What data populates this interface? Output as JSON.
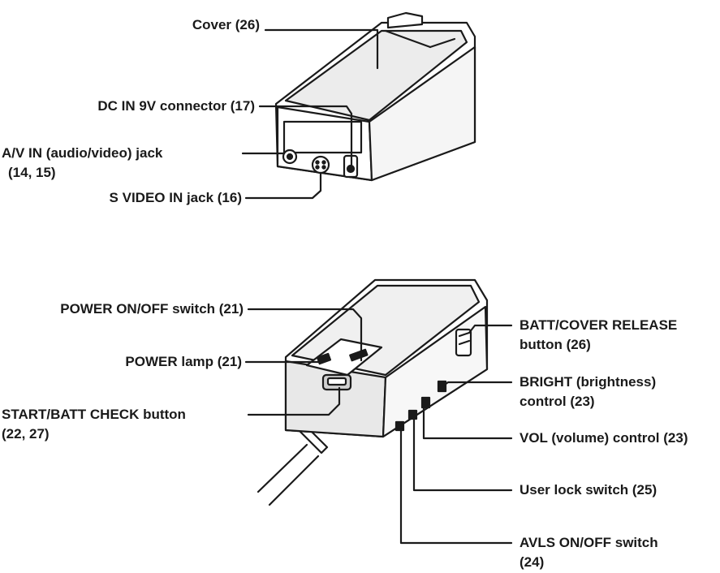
{
  "top_device": {
    "labels": {
      "cover": "Cover (26)",
      "dc_in": "DC IN 9V connector (17)",
      "av_in_1": "A/V IN (audio/video) jack",
      "av_in_2": "(14, 15)",
      "s_video": "S VIDEO IN jack (16)"
    }
  },
  "bottom_device": {
    "labels": {
      "power_switch": "POWER ON/OFF switch (21)",
      "power_lamp": "POWER lamp (21)",
      "start_1": "START/BATT CHECK button",
      "start_2": "(22, 27)",
      "batt_1": "BATT/COVER RELEASE",
      "batt_2": "button (26)",
      "bright_1": "BRIGHT (brightness)",
      "bright_2": "control (23)",
      "vol": "VOL (volume) control (23)",
      "user_lock": "User lock switch (25)",
      "avls_1": "AVLS ON/OFF switch",
      "avls_2": "(24)"
    }
  }
}
